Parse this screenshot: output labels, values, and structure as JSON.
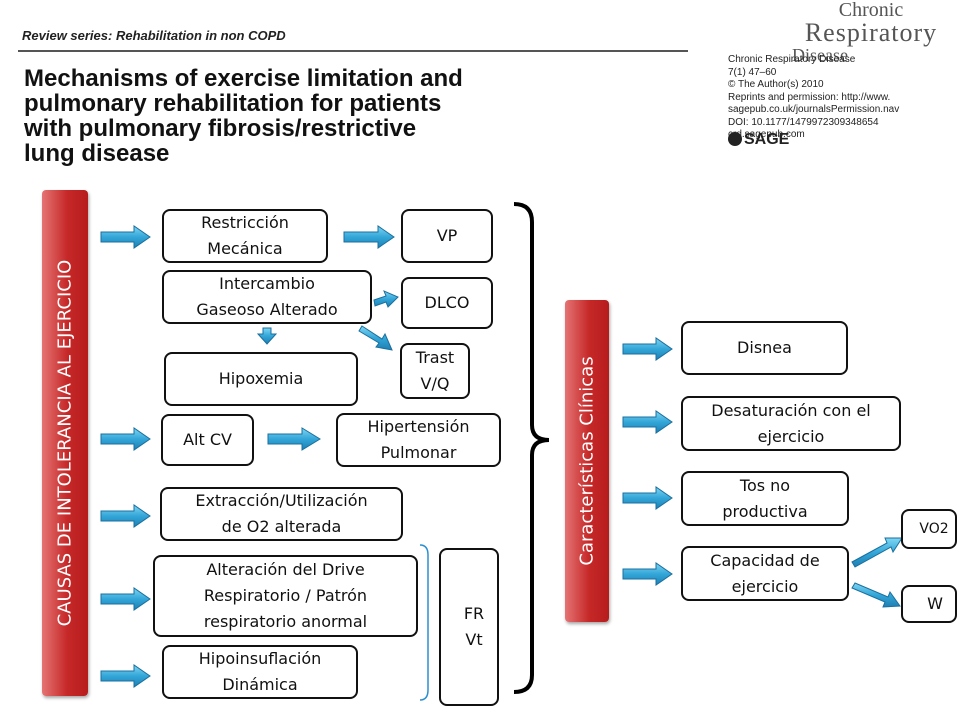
{
  "header": {
    "series": "Review series: Rehabilitation in non COPD",
    "journal_name_1": "Chronic",
    "journal_name_2": "Respiratory",
    "journal_name_3": "Disease",
    "reference_lines": [
      "Chronic Respiratory Disease",
      "7(1) 47–60",
      "© The Author(s) 2010",
      "Reprints and permission: http://www.",
      "sagepub.co.uk/journalsPermission.nav",
      "DOI: 10.1177/1479972309348654",
      "crd.sagepub.com"
    ],
    "publisher": "SAGE",
    "title_lines": [
      "Mechanisms of exercise limitation and",
      "pulmonary rehabilitation for patients",
      "with pulmonary fibrosis/restrictive",
      "lung disease"
    ]
  },
  "diagram": {
    "causes_label": "CAUSAS DE INTOLERANCIA AL EJERCICIO",
    "clinical_label": "Características Clínicas",
    "causes": {
      "restriccion": [
        "Restricción",
        "Mecánica"
      ],
      "intercambio": [
        "Intercambio",
        "Gaseoso Alterado"
      ],
      "hipoxemia": "Hipoxemia",
      "alt_cv": "Alt CV",
      "extraccion": [
        "Extracción/Utilización",
        "de O2 alterada"
      ],
      "drive": [
        "Alteración del Drive",
        "Respiratorio / Patrón",
        "respiratorio anormal"
      ],
      "hipoinsuflacion": [
        "Hipoinsuflación",
        "Dinámica"
      ]
    },
    "effects": {
      "vp": "VP",
      "dlco": "DLCO",
      "trast": [
        "Trast",
        "V/Q"
      ],
      "hipertension": [
        "Hipertensión",
        "Pulmonar"
      ],
      "fr": "FR",
      "vt": "Vt"
    },
    "clinical": {
      "disnea": "Disnea",
      "desaturacion": [
        "Desaturación con el",
        "ejercicio"
      ],
      "tos": [
        "Tos no",
        "productiva"
      ],
      "capacidad": [
        "Capacidad de",
        "ejercicio"
      ],
      "vo2": "VO2",
      "w": "W"
    }
  }
}
